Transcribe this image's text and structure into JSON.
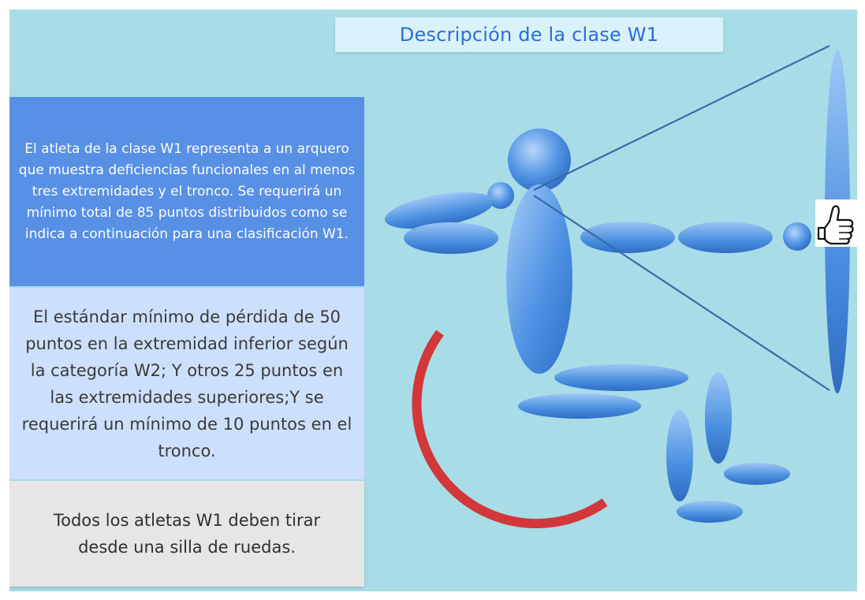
{
  "title": "Descripción de la clase W1",
  "description_primary": "El atleta de la clase W1 representa a un arquero que muestra deficiencias funcionales en al menos tres extremidades y el tronco. Se requerirá un mínimo total de 85 puntos distribuidos como se indica a continuación para una clasificación W1.",
  "description_standard": "El estándar mínimo de pérdida de 50 puntos en la extremidad inferior según la categoría W2; Y otros 25 puntos en las extremidades superiores;Y se requerirá un mínimo de 10 puntos en el tronco.",
  "description_wheelchair": "Todos los atletas W1 deben tirar desde una silla de ruedas.",
  "colors": {
    "background": "#a8dce6",
    "title_text": "#2a6fd6",
    "box_primary": "#5890e6",
    "box_standard": "#cce0fb",
    "box_wheelchair": "#e6e6e6",
    "figure_blue": "#4a8fe0",
    "bow_string": "#3a6aa8",
    "wheel_red": "#d2373a"
  },
  "icons": {
    "approval": "thumbs-up-icon"
  }
}
